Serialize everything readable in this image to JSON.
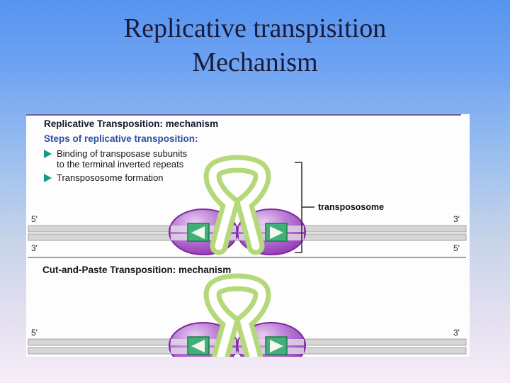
{
  "slide": {
    "title_line1": "Replicative transpisition",
    "title_line2": "Mechanism",
    "title_color": "#1b1b38",
    "background_top_color": "#5694f0",
    "background_bottom_color": "#f6ecf7"
  },
  "figure": {
    "top_rule_color": "#6b5fa0",
    "section1": {
      "heading": "Replicative Transposition: mechanism",
      "subheading": "Steps of replicative transposition:",
      "bullet1_line1": "Binding of transposase subunits",
      "bullet1_line2": "to the terminal inverted repeats",
      "bullet2": "Transpososome formation",
      "bracket_label": "transpososome",
      "dna_left_top": "5'",
      "dna_left_bottom": "3'",
      "dna_right_top": "3'",
      "dna_right_bottom": "5'"
    },
    "section2": {
      "heading": "Cut-and-Paste Transposition: mechanism",
      "dna_left": "5'",
      "dna_right": "3'"
    },
    "colors": {
      "subheading_blue": "#2b4fa5",
      "bullet_arrow_teal": "#12998a",
      "transposon_loop_green": "#b5d97a",
      "transposase_purple": "#9c48bd",
      "transposase_outline": "#7c2a9c",
      "inverted_repeat_green": "#41b078",
      "inverted_repeat_outline": "#1e7a4b",
      "dna_gray": "#d6d6d6",
      "dna_outline": "#909090"
    }
  }
}
